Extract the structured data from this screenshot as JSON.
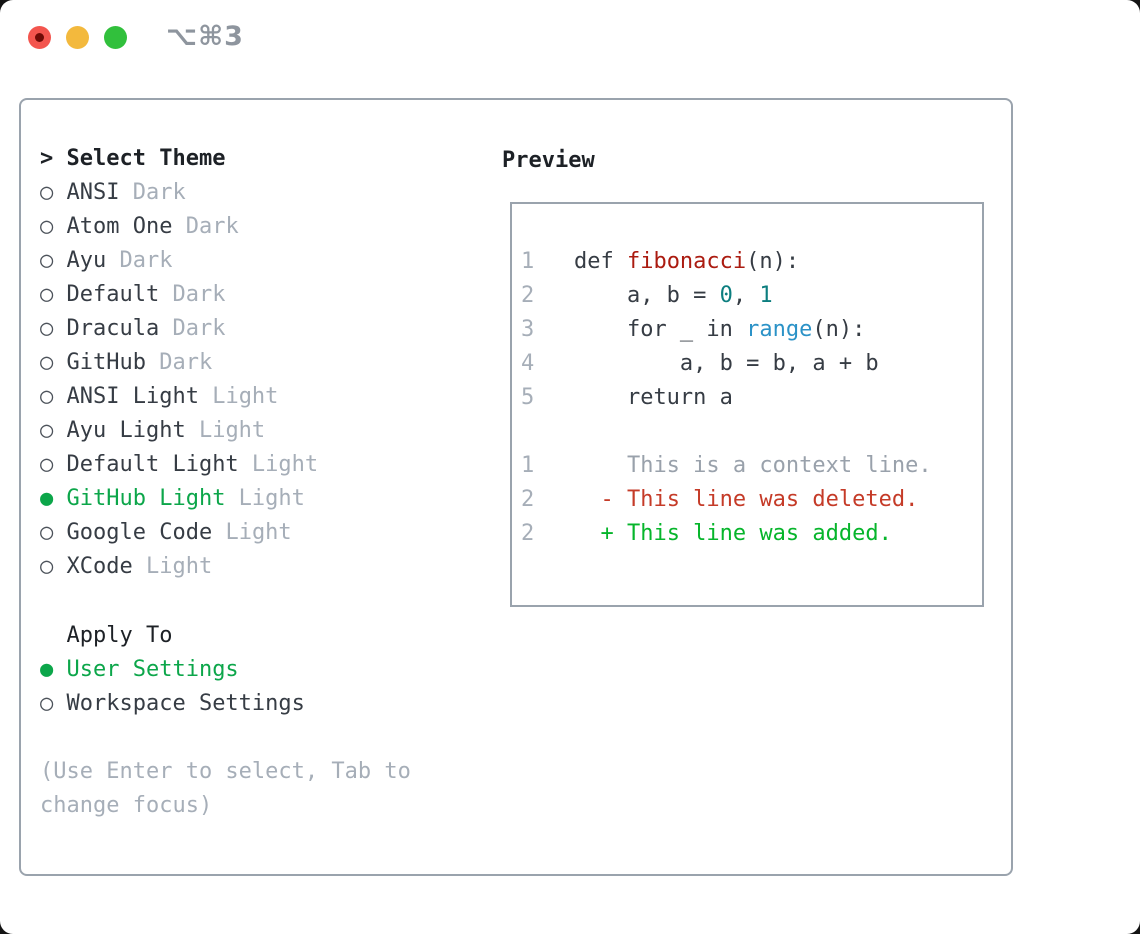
{
  "titlebar": {
    "shortcut": "⌥⌘3"
  },
  "theme_picker": {
    "header_prefix": ">",
    "header": "Select Theme",
    "items": [
      {
        "name": "ANSI",
        "variant": "Dark",
        "selected": false
      },
      {
        "name": "Atom One",
        "variant": "Dark",
        "selected": false
      },
      {
        "name": "Ayu",
        "variant": "Dark",
        "selected": false
      },
      {
        "name": "Default",
        "variant": "Dark",
        "selected": false
      },
      {
        "name": "Dracula",
        "variant": "Dark",
        "selected": false
      },
      {
        "name": "GitHub",
        "variant": "Dark",
        "selected": false
      },
      {
        "name": "ANSI Light",
        "variant": "Light",
        "selected": false
      },
      {
        "name": "Ayu Light",
        "variant": "Light",
        "selected": false
      },
      {
        "name": "Default Light",
        "variant": "Light",
        "selected": false
      },
      {
        "name": "GitHub Light",
        "variant": "Light",
        "selected": true
      },
      {
        "name": "Google Code",
        "variant": "Light",
        "selected": false
      },
      {
        "name": "XCode",
        "variant": "Light",
        "selected": false
      }
    ]
  },
  "apply_to": {
    "header": "Apply To",
    "options": [
      {
        "name": "User Settings",
        "selected": true
      },
      {
        "name": "Workspace Settings",
        "selected": false
      }
    ]
  },
  "help": {
    "line1": "(Use Enter to select, Tab to",
    "line2": "change focus)"
  },
  "preview": {
    "header": "Preview",
    "lines": [
      {
        "num": "1",
        "segments": [
          {
            "text": "def ",
            "style": "fg"
          },
          {
            "text": "fibonacci",
            "style": "function"
          },
          {
            "text": "(n):",
            "style": "fg"
          }
        ]
      },
      {
        "num": "2",
        "segments": [
          {
            "text": "    a, b = ",
            "style": "fg"
          },
          {
            "text": "0",
            "style": "number"
          },
          {
            "text": ", ",
            "style": "fg"
          },
          {
            "text": "1",
            "style": "number"
          }
        ]
      },
      {
        "num": "3",
        "segments": [
          {
            "text": "    for _ in ",
            "style": "fg"
          },
          {
            "text": "range",
            "style": "builtin"
          },
          {
            "text": "(n):",
            "style": "fg"
          }
        ]
      },
      {
        "num": "4",
        "segments": [
          {
            "text": "        a, b = b, a + b",
            "style": "fg"
          }
        ]
      },
      {
        "num": "5",
        "segments": [
          {
            "text": "    return a",
            "style": "fg"
          }
        ]
      },
      {
        "num": "",
        "segments": []
      },
      {
        "num": "1",
        "segments": [
          {
            "text": "    This is a context line.",
            "style": "context"
          }
        ]
      },
      {
        "num": "2",
        "segments": [
          {
            "text": "  ",
            "style": "fg"
          },
          {
            "text": "- This line was deleted.",
            "style": "deleted"
          }
        ]
      },
      {
        "num": "2",
        "segments": [
          {
            "text": "  ",
            "style": "fg"
          },
          {
            "text": "+ This line was added.",
            "style": "added"
          }
        ]
      }
    ]
  },
  "icons": {
    "unselected_radio": "○",
    "selected_radio": "●"
  },
  "colors": {
    "fg": "#363c44",
    "fg_strong": "#1d2126",
    "muted": "#a6aeb8",
    "bullet": "#4c525a",
    "green": "#0ca64a",
    "border": "#9aa3ad",
    "line_number": "#a6aeb8",
    "func_red": "#ab1b10",
    "num_teal": "#0c7e7f",
    "builtin_blue": "#2b92c7",
    "ctx_gray": "#99a1ab",
    "del_red": "#c53b28",
    "add_green": "#06b52b",
    "titlebar_text": "#8e959e",
    "traffic_red": "#f3554e",
    "traffic_red_dot": "#6f0b06",
    "traffic_yellow": "#f3b93d",
    "traffic_green": "#31c03c"
  }
}
